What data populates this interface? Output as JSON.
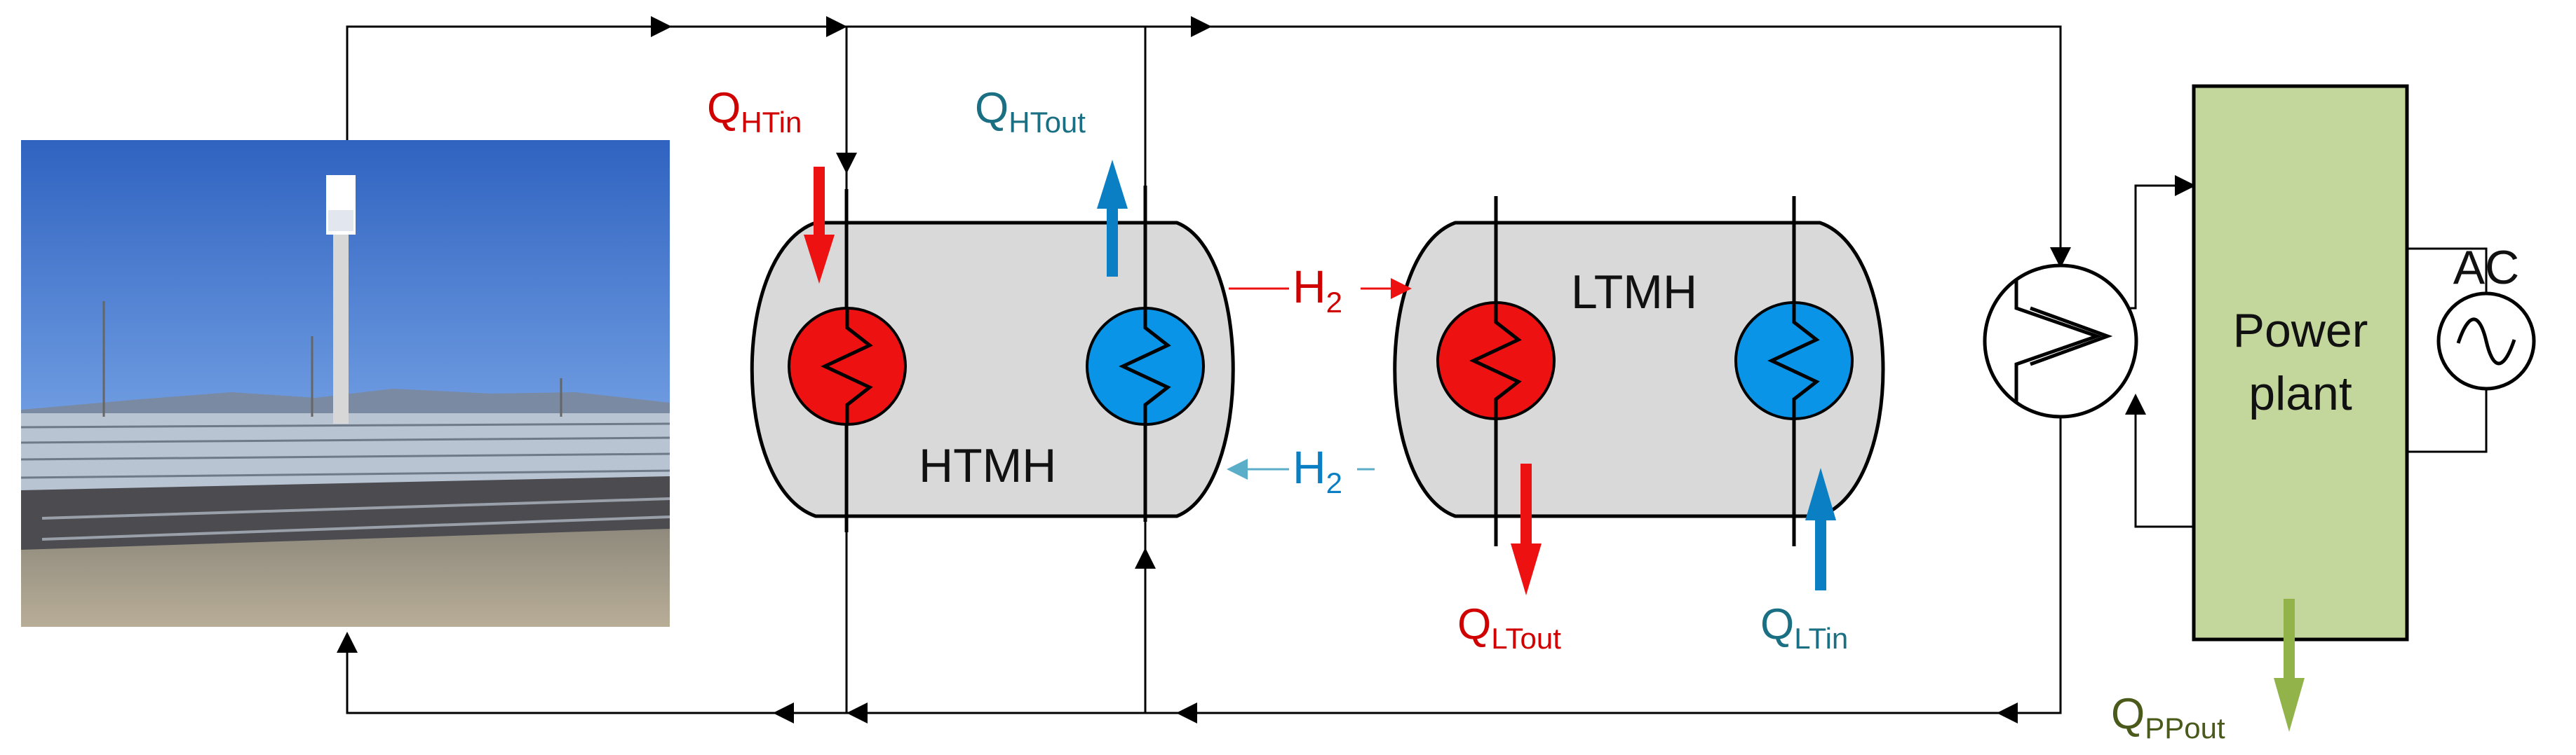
{
  "labels": {
    "htmh": "HTMH",
    "ltmh": "LTMH",
    "power_plant_line1": "Power",
    "power_plant_line2": "plant",
    "ac": "AC",
    "h2_forward": "H",
    "h2_back": "H",
    "h2_sub": "2",
    "q_symbol": "Q",
    "q_htin_sub": "HTin",
    "q_htout_sub": "HTout",
    "q_ltout_sub": "LTout",
    "q_ltin_sub": "LTin",
    "q_ppout_sub": "PPout"
  },
  "colors": {
    "hot": "#ee1111",
    "cold": "#0a94e8",
    "hot_text": "#d00000",
    "cold_text": "#1a6f82",
    "pp_text": "#4a5a1a",
    "tank_fill": "#d9d9d9",
    "power_plant_fill": "#c3d69b",
    "pp_arrow": "#92b24a",
    "h2_back_line": "#5aaec8"
  },
  "icons": {
    "heliostat_photo": "solar-tower-photo",
    "ac_source": "ac-sine-icon",
    "heat_exchanger": "heat-exchanger-icon",
    "coil": "zigzag-coil-icon"
  }
}
